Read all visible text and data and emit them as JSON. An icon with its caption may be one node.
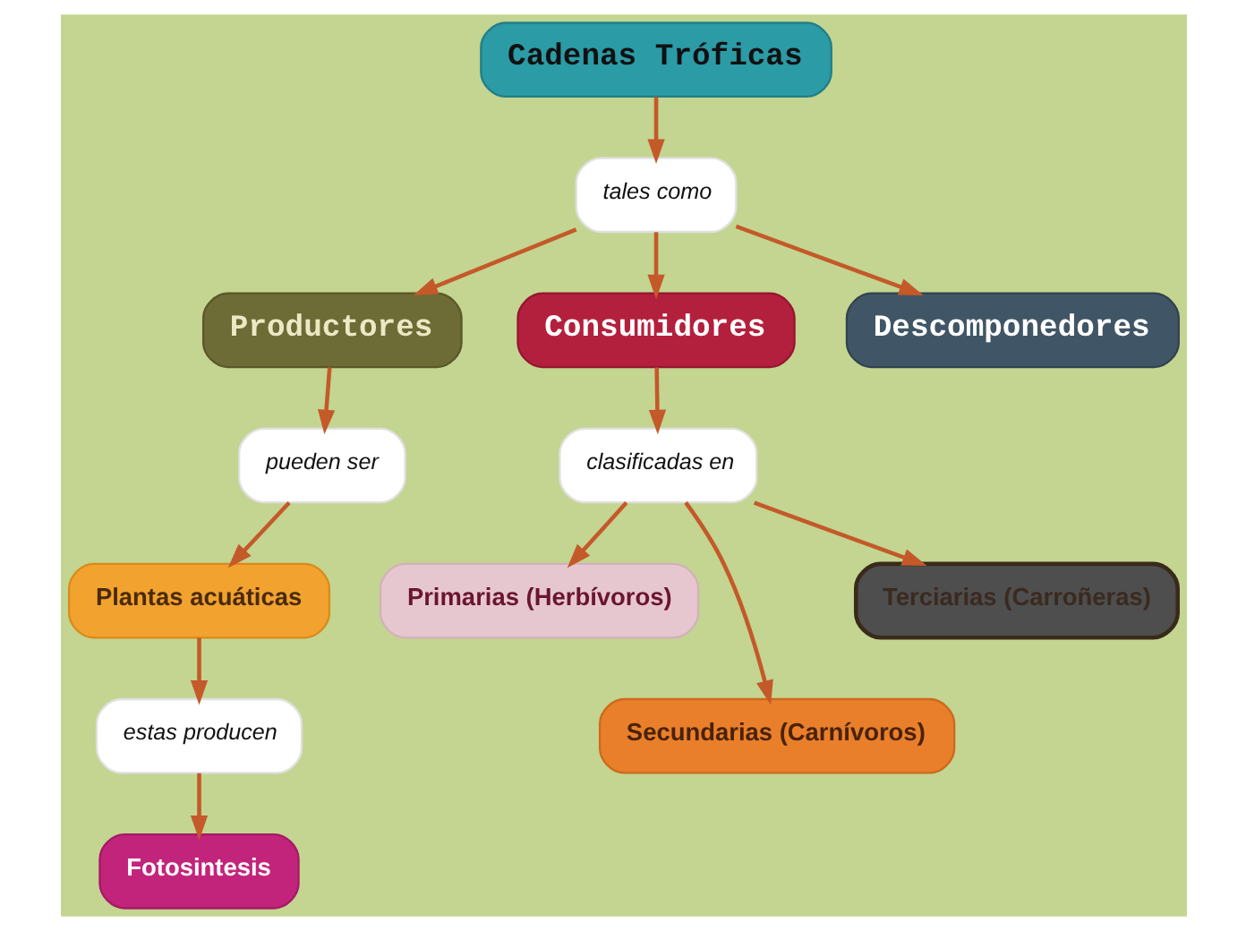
{
  "diagram": {
    "nodes": [
      {
        "text": [
          "Cadenas Tróficas"
        ]
      },
      {
        "text": [
          "tales como"
        ]
      },
      {
        "text": [
          "Productores"
        ]
      },
      {
        "text": [
          "Consumidores"
        ]
      },
      {
        "text": [
          "Descomponedores"
        ]
      },
      {
        "text": [
          "pueden ser"
        ]
      },
      {
        "text": [
          "Plantas acuáticas"
        ]
      },
      {
        "text": [
          "estas producen"
        ]
      },
      {
        "text": [
          "Fotosintesis"
        ]
      },
      {
        "text": [
          "clasificadas en"
        ]
      },
      {
        "text": [
          "Primarias (Herbívoros)"
        ]
      },
      {
        "text": [
          "Secundarias (Carnívoros)"
        ]
      },
      {
        "text": [
          "Terciarias (Carroñeras)"
        ]
      }
    ],
    "edges": [
      {
        "from": 0,
        "to": 1,
        "arrow": "to"
      },
      {
        "from": 1,
        "to": 2,
        "arrow": "to"
      },
      {
        "from": 1,
        "to": 3,
        "arrow": "to"
      },
      {
        "from": 1,
        "to": 4,
        "arrow": "to"
      },
      {
        "from": 2,
        "to": 5,
        "arrow": "to"
      },
      {
        "from": 5,
        "to": 6,
        "arrow": "to"
      },
      {
        "from": 6,
        "to": 7,
        "arrow": "to"
      },
      {
        "from": 7,
        "to": 8,
        "arrow": "to"
      },
      {
        "from": 3,
        "to": 9,
        "arrow": "to"
      },
      {
        "from": 9,
        "to": 10,
        "arrow": "to"
      },
      {
        "from": 9,
        "to": 11,
        "arrow": "to"
      },
      {
        "from": 9,
        "to": 12,
        "arrow": "to"
      }
    ]
  }
}
